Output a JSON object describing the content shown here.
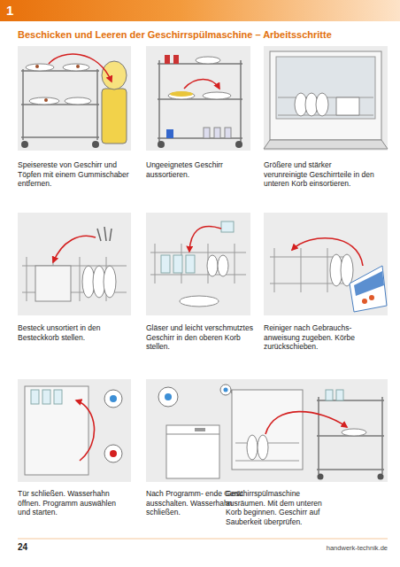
{
  "diagram": {
    "title": "Beschicken und Leeren der Geschirrspülmaschine – Arbeitsschritte",
    "labels": [
      "1",
      "Speisereste von Geschirr und Töpfen mit einem Gummischaber entfernen.",
      "Ungeeignetes Geschirr aussortieren.",
      "Größere und stärker verunreinigte Geschirrteile in den unteren Korb einsortieren.",
      "Besteck unsortiert in den Besteckkorb stellen.",
      "Gläser und leicht verschmutztes Geschirr in den oberen Korb stellen.",
      "Reiniger nach Gebrauchs- anweisung zugeben. Körbe zurückschieben.",
      "Tür schließen. Wasserhahn öffnen. Programm auswählen und starten.",
      "Nach Programm- ende Gerät ausschalten. Wasserhahn schließen.",
      "Geschirrspülmaschine ausräumen. Mit dem unteren Korb beginnen. Geschirr auf Sauberkeit überprüfen.",
      "24",
      "handwerk-technik.de"
    ]
  }
}
